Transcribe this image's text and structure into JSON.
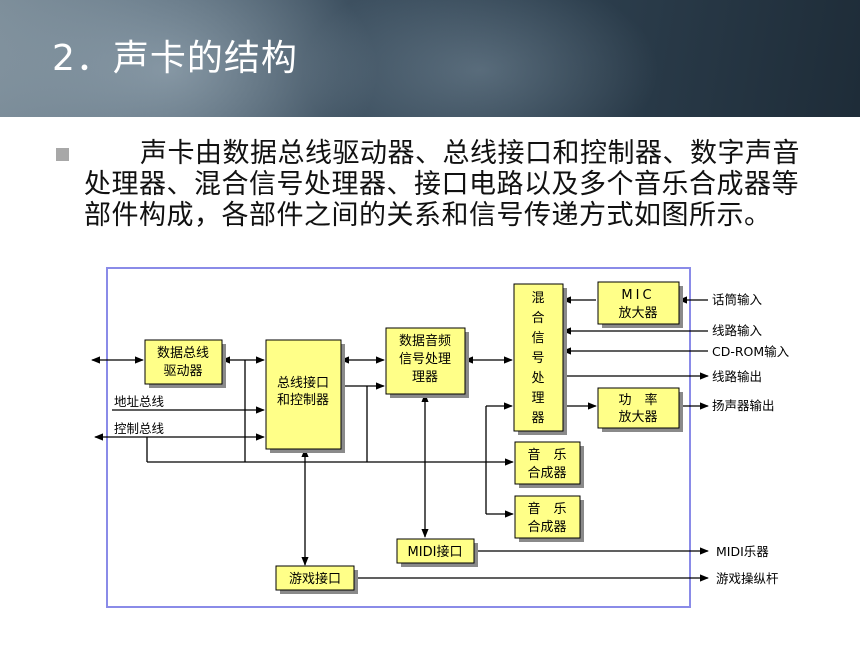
{
  "slide": {
    "title": "2．声卡的结构",
    "paragraph": "声卡由数据总线驱动器、总线接口和控制器、数字声音处理器、混合信号处理器、接口电路以及多个音乐合成器等部件构成，各部件之间的关系和信号传递方式如图所示。"
  },
  "diagram": {
    "blocks": {
      "bus_driver": [
        "数据总线",
        "驱动器"
      ],
      "bus_interface": [
        "总线接口",
        "和控制器"
      ],
      "dsp": [
        "数据音频",
        "信号处理",
        "理器"
      ],
      "mixer": [
        "混",
        "合",
        "信",
        "号",
        "处",
        "理",
        "器"
      ],
      "mic_amp": [
        "MIC",
        "放大器"
      ],
      "power_amp": [
        "功　率",
        "放大器"
      ],
      "synth1": [
        "音　乐",
        "合成器"
      ],
      "synth2": [
        "音　乐",
        "合成器"
      ],
      "midi_port": "MIDI接口",
      "game_port": "游戏接口"
    },
    "labels": {
      "address_bus": "地址总线",
      "control_bus": "控制总线",
      "mic_in": "话筒输入",
      "line_in": "线路输入",
      "cdrom_in": "CD-ROM输入",
      "line_out": "线路输出",
      "speaker_out": "扬声器输出",
      "midi_instrument": "MIDI乐器",
      "joystick": "游戏操纵杆"
    },
    "colors": {
      "block_fill": "#ffff88",
      "shadow": "#8a8a8a",
      "frame": "#8a8be8",
      "line": "#000000"
    }
  }
}
